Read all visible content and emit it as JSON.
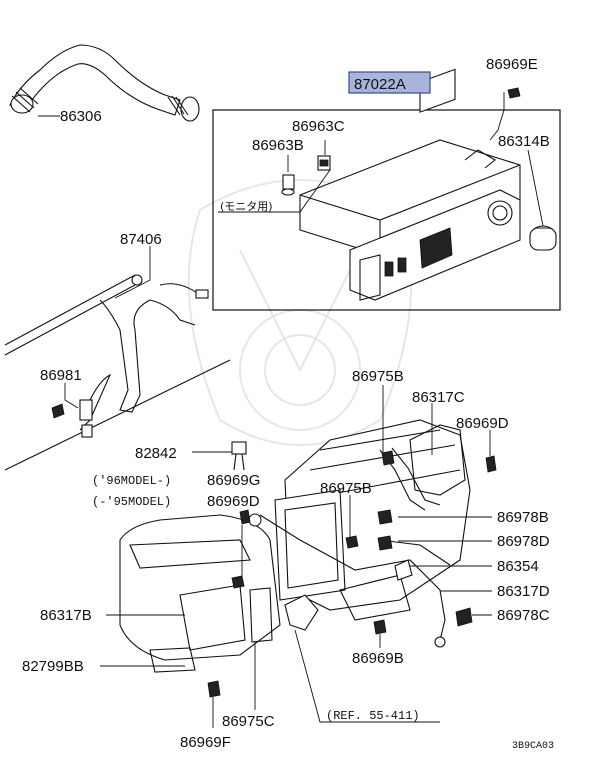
{
  "labels": {
    "p86306": "86306",
    "p87022A": "87022A",
    "p86969E": "86969E",
    "p86963C": "86963C",
    "p86963B": "86963B",
    "p86314B": "86314B",
    "monitor": "(モニタ用)",
    "p87406": "87406",
    "p86981": "86981",
    "p86975B_1": "86975B",
    "p86317C": "86317C",
    "p86969D_1": "86969D",
    "p82842": "82842",
    "model96": "('96MODEL-)",
    "p86969G": "86969G",
    "model95": "(-'95MODEL)",
    "p86969D_2": "86969D",
    "p86975B_2": "86975B",
    "p86978B": "86978B",
    "p86978D": "86978D",
    "p86354": "86354",
    "p86317D": "86317D",
    "p86317B": "86317B",
    "p86978C": "86978C",
    "p86969B": "86969B",
    "p82799BB": "82799BB",
    "p86975C": "86975C",
    "ref": "(REF. 55-411)",
    "p86969F": "86969F",
    "code": "3B9CA03"
  },
  "colors": {
    "highlight_fill": "#a8b4dc",
    "highlight_stroke": "#3c4a8c",
    "watermark": "#e6e6e6"
  }
}
